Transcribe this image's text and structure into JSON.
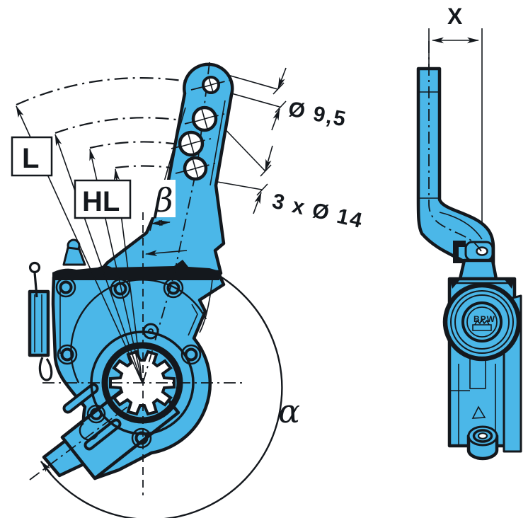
{
  "drawing": {
    "labels": {
      "lever_length": "L",
      "hand_lever": "HL",
      "beta": "β",
      "alpha": "α",
      "offset_x": "X",
      "small_hole_dia": "Ø 9,5",
      "large_holes": "3 x Ø 14",
      "logo": "BPW"
    },
    "colors": {
      "part_fill": "#4BB7E8",
      "line": "#14181d",
      "background": "#ffffff"
    }
  }
}
